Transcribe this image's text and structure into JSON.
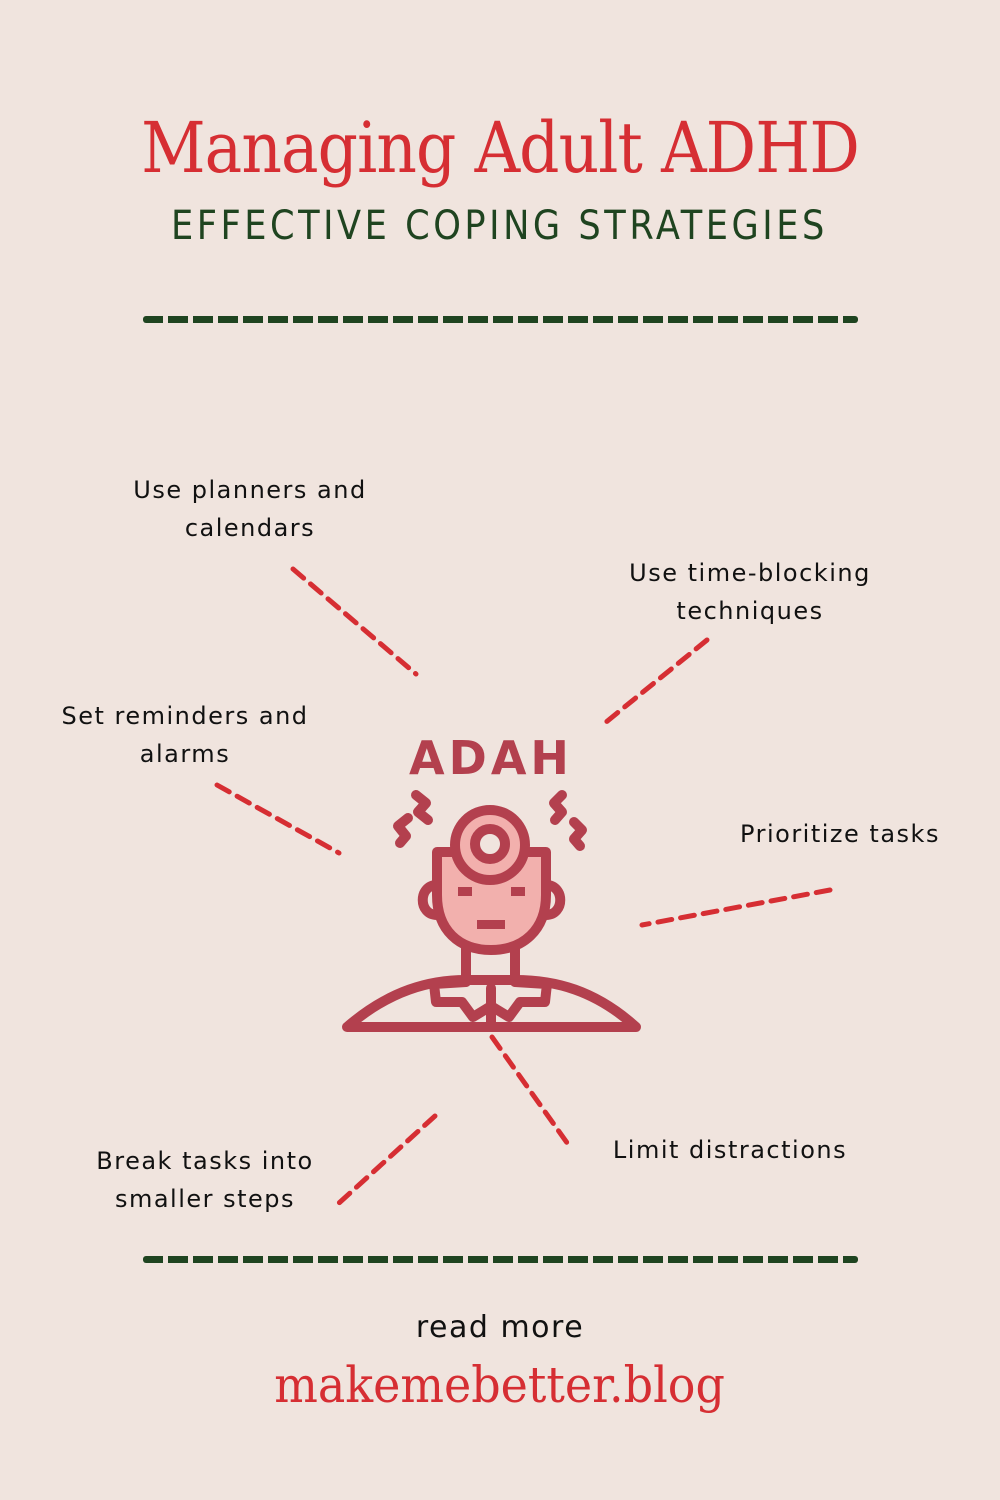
{
  "header": {
    "title": "Managing Adult ADHD",
    "subtitle": "EFFECTIVE COPING STRATEGIES"
  },
  "illustration": {
    "caption": "ADAH",
    "icon": "person-with-head-mirror-stressed-icon"
  },
  "strategies": [
    {
      "label": "Use planners and\ncalendars"
    },
    {
      "label": "Use time-blocking\ntechniques"
    },
    {
      "label": "Set reminders and\nalarms"
    },
    {
      "label": "Prioritize tasks"
    },
    {
      "label": "Break tasks into\nsmaller steps"
    },
    {
      "label": "Limit distractions"
    }
  ],
  "footer": {
    "read_more": "read more",
    "site": "makemebetter.blog"
  },
  "colors": {
    "background": "#F0E4DE",
    "title_red": "#D62E33",
    "subtitle_green": "#1F4420",
    "icon_stroke": "#B3404E",
    "icon_fill": "#F2B0AD",
    "connector": "#D62E33"
  }
}
